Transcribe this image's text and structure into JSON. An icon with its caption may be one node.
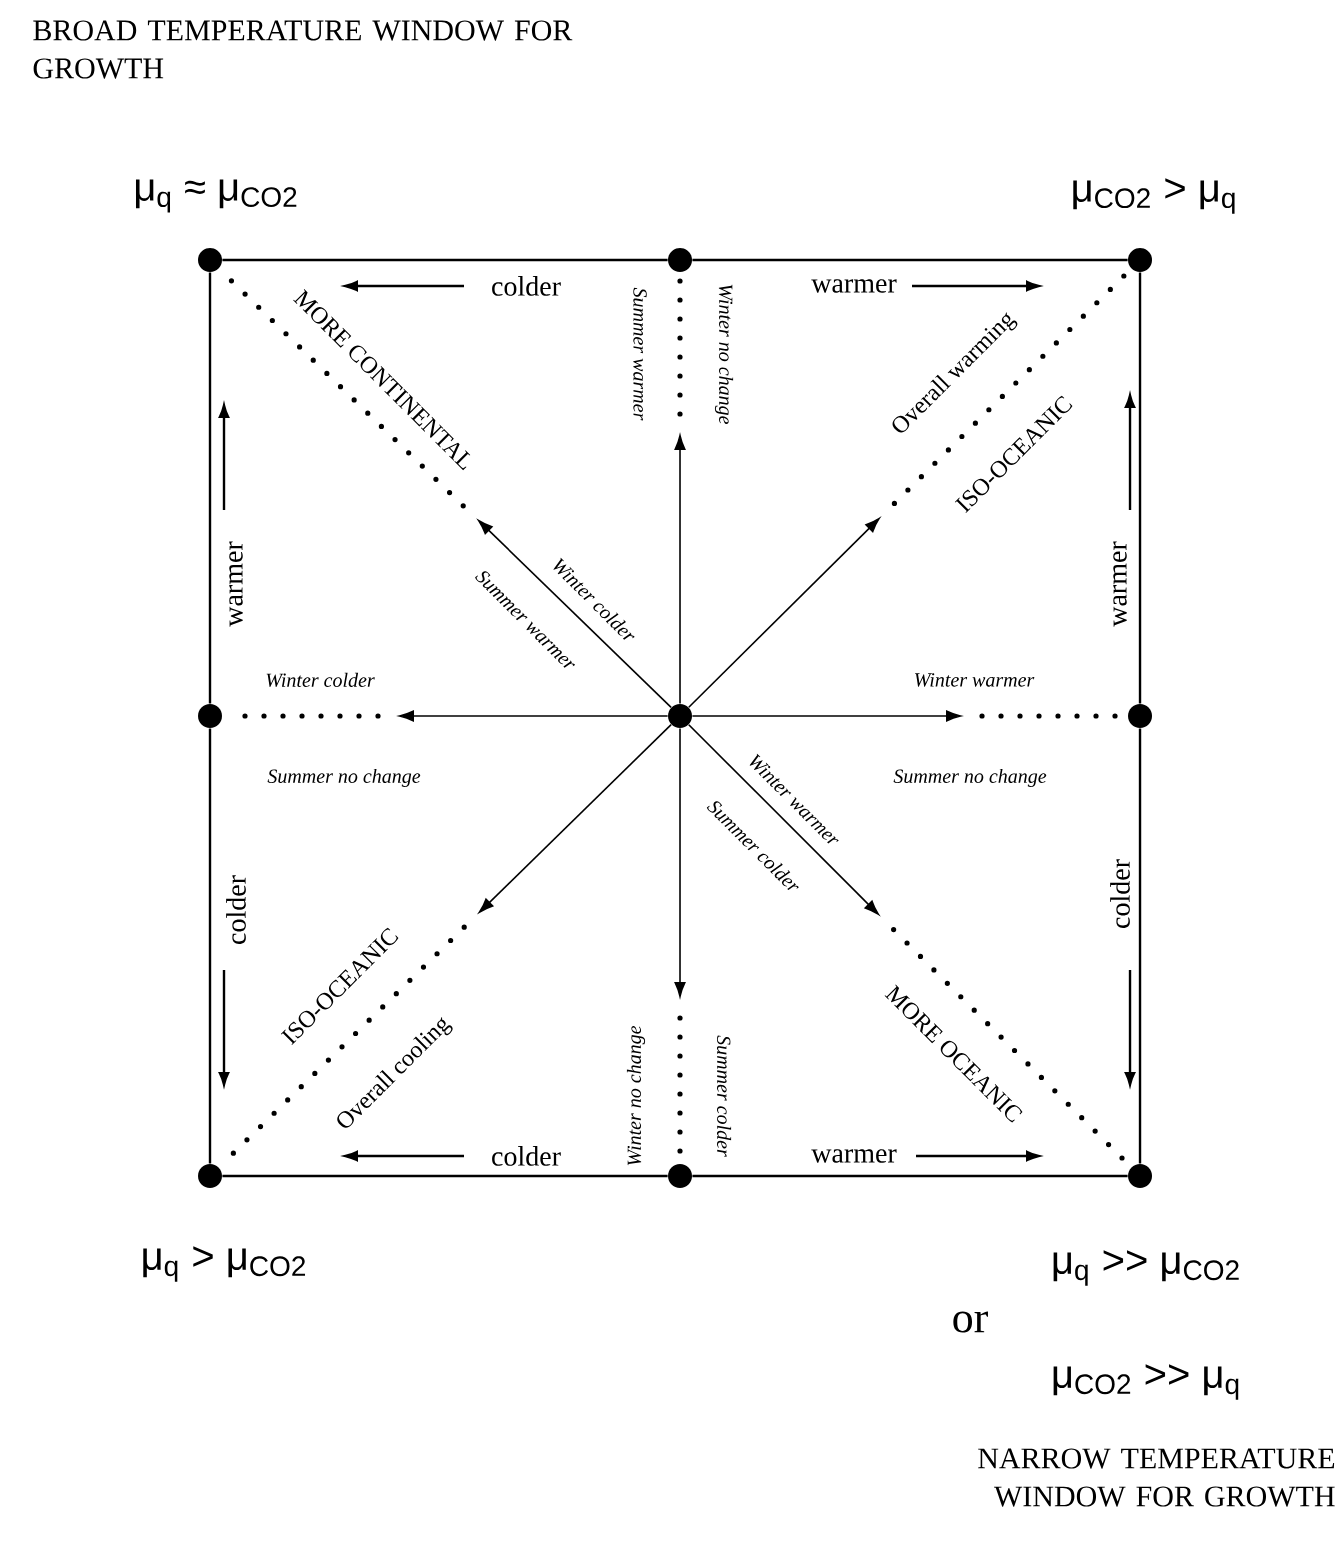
{
  "diagram": {
    "title": "BROAD TEMPERATURE WINDOW FOR GROWTH",
    "nodes": [
      {
        "text": [],
        "shape": "circle",
        "beside": [
          "μ$_{q}$ ≈ μ$_{CO2}$"
        ]
      },
      {
        "text": [],
        "shape": "circle"
      },
      {
        "text": [],
        "shape": "circle",
        "beside": [
          "μ$_{CO2}$ > μ$_{q}$"
        ]
      },
      {
        "text": [],
        "shape": "circle"
      },
      {
        "text": [],
        "shape": "circle"
      },
      {
        "text": [],
        "shape": "circle"
      },
      {
        "text": [],
        "shape": "circle",
        "beside": [
          "μ$_{q}$ > μ$_{CO2}$"
        ]
      },
      {
        "text": [],
        "shape": "circle"
      },
      {
        "text": [],
        "shape": "circle",
        "beside": [
          "μ$_{q}$ >> μ$_{CO2}$",
          "or",
          "μ$_{CO2}$ >> μ$_{q}$"
        ]
      }
    ],
    "edges": [
      {
        "from": 0,
        "to": 1,
        "arrow": "none",
        "label": "colder"
      },
      {
        "from": 1,
        "to": 2,
        "arrow": "none",
        "label": "warmer"
      },
      {
        "from": 0,
        "to": 3,
        "arrow": "none",
        "label": "warmer"
      },
      {
        "from": 2,
        "to": 5,
        "arrow": "none",
        "label": "warmer"
      },
      {
        "from": 3,
        "to": 6,
        "arrow": "none",
        "label": "colder"
      },
      {
        "from": 5,
        "to": 8,
        "arrow": "none",
        "label": "colder"
      },
      {
        "from": 6,
        "to": 7,
        "arrow": "none",
        "label": "colder"
      },
      {
        "from": 7,
        "to": 8,
        "arrow": "none",
        "label": "warmer"
      },
      {
        "from": 4,
        "to": null,
        "arrow": "to",
        "label": "Winter colder"
      },
      {
        "from": 4,
        "to": null,
        "arrow": "to",
        "label": "Summer warmer"
      },
      {
        "from": 4,
        "to": null,
        "arrow": "to"
      },
      {
        "from": 4,
        "to": null,
        "arrow": "to",
        "label": "Winter colder"
      },
      {
        "from": 4,
        "to": null,
        "arrow": "to",
        "label": "Winter warmer"
      },
      {
        "from": 4,
        "to": null,
        "arrow": "to"
      },
      {
        "from": 4,
        "to": null,
        "arrow": "to"
      },
      {
        "from": 4,
        "to": null,
        "arrow": "to",
        "label": "Winter warmer"
      },
      {
        "from": null,
        "to": 0,
        "arrow": "none",
        "style": "dashed"
      },
      {
        "from": null,
        "to": 1,
        "arrow": "none",
        "style": "dashed"
      },
      {
        "from": null,
        "to": 2,
        "arrow": "none",
        "style": "dashed"
      },
      {
        "from": null,
        "to": 3,
        "arrow": "none",
        "style": "dashed"
      },
      {
        "from": null,
        "to": 5,
        "arrow": "none",
        "style": "dashed"
      },
      {
        "from": null,
        "to": 6,
        "arrow": "none",
        "style": "dashed"
      },
      {
        "from": null,
        "to": 7,
        "arrow": "none",
        "style": "dashed"
      },
      {
        "from": null,
        "to": 8,
        "arrow": "none",
        "style": "dashed"
      }
    ],
    "labels": [
      "Winter no change",
      "Overall warming",
      "MORE CONTINENTAL",
      "ISO-OCEANIC",
      "Summer warmer",
      "Summer no change",
      "Summer no change",
      "Summer colder",
      "ISO-OCEANIC",
      "Overall cooling",
      "Winter no change",
      "Summer colder",
      "MORE OCEANIC",
      "NARROW TEMPERATURE WINDOW FOR GROWTH"
    ]
  }
}
